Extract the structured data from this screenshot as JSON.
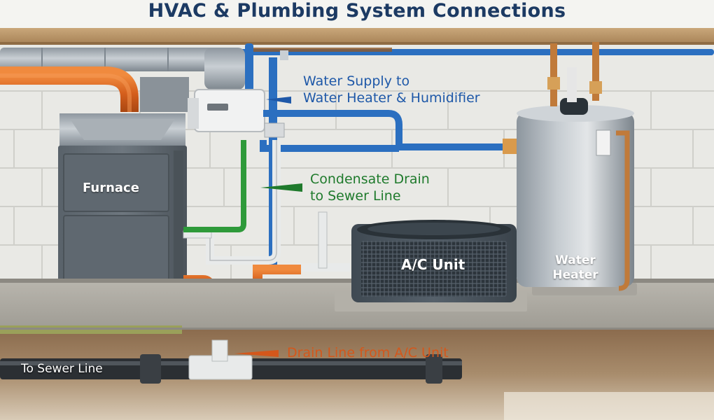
{
  "title": "HVAC & Plumbing System Connections",
  "labels": {
    "water_supply_line1": "Water Supply to",
    "water_supply_line2": "Water Heater & Humidifier",
    "condensate_line1": "Condensate Drain",
    "condensate_line2": "to Sewer Line",
    "furnace": "Furnace",
    "ac_unit": "A/C Unit",
    "water_heater_line1": "Water",
    "water_heater_line2": "Heater",
    "drain_line": "Drain Line from A/C Unit",
    "to_sewer": "To Sewer Line"
  },
  "colors": {
    "supply": "#2b6fc0",
    "condensate": "#2e9a3a",
    "drain": "#e06a24",
    "title": "#1c3a63"
  }
}
